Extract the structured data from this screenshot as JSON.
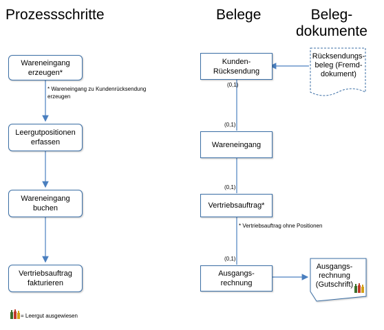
{
  "titles": {
    "left": "Prozessschritte",
    "middle": "Belege",
    "right": "Beleg-\ndokumente"
  },
  "process_steps": [
    "Wareneingang\nerzeugen*",
    "Leergutpositionen\nerfassen",
    "Wareneingang\nbuchen",
    "Vertriebsauftrag\nfakturieren"
  ],
  "process_note": "* Wareneingang zu Kundenrücksendung\n  erzeugen",
  "documents": [
    "Kunden-\nRücksendung",
    "Wareneingang",
    "Vertriebsauftrag*",
    "Ausgangs-\nrechnung"
  ],
  "document_note": "* Vertriebsauftrag ohne Positionen",
  "cardinality": "(0,1)",
  "external_docs": [
    "Rücksendungs-\nbeleg (Fremd-\ndokument)",
    "Ausgangs-\nrechnung\n(Gutschrift)"
  ],
  "legend": "= Leergut ausgewiesen",
  "colors": {
    "line": "#4a7fbf",
    "border": "#3a6ea5"
  }
}
